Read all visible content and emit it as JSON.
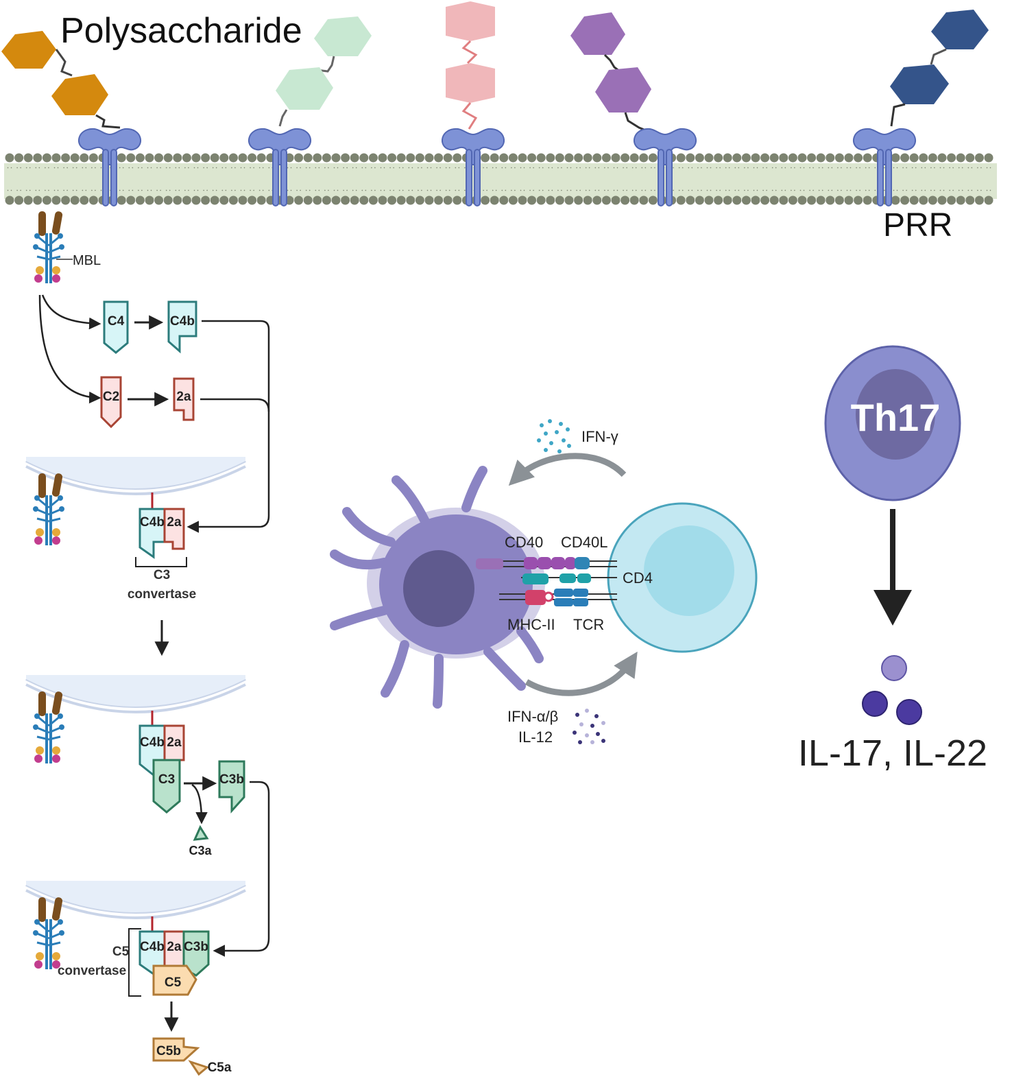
{
  "labels": {
    "polysaccharide": "Polysaccharide",
    "prr": "PRR",
    "mbl": "MBL",
    "c4": "C4",
    "c4b": "C4b",
    "c2": "C2",
    "c2a": "2a",
    "c3_convertase_line1": "C3",
    "c3_convertase_line2": "convertase",
    "c3": "C3",
    "c3b": "C3b",
    "c3a": "C3a",
    "c5_convertase_line1": "C5",
    "c5_convertase_line2": "convertase",
    "c5": "C5",
    "c5b": "C5b",
    "c5a": "C5a",
    "ifn_gamma": "IFN-γ",
    "cd40": "CD40",
    "cd40l": "CD40L",
    "cd4": "CD4",
    "mhc_ii": "MHC-II",
    "tcr": "TCR",
    "ifn_ab": "IFN-α/β",
    "il12": "IL-12",
    "th17": "Th17",
    "il17_il22": "IL-17, IL-22"
  },
  "colors": {
    "sugar_orange": "#D4890E",
    "sugar_green": "#C8E8D2",
    "sugar_pink": "#F0B7BA",
    "sugar_purple": "#9A70B6",
    "sugar_navy": "#34548A",
    "prr_receptor": "#7E92D6",
    "membrane_head": "#7C8370",
    "c4_fill": "#D7F5F7",
    "c4_stroke": "#2C7C7C",
    "c2_fill": "#FCE2E2",
    "c2_stroke": "#A84434",
    "c3_fill": "#B9E2CC",
    "c3_stroke": "#2E7A5B",
    "c5_fill": "#FBDCB0",
    "c5_stroke": "#B07A36",
    "dendritic_cell": "#8B84C3",
    "t_cell": "#C3E8F2",
    "th17_cell": "#8A8ECE",
    "arrow_black": "#222222",
    "arrow_grey": "#8B9196"
  }
}
